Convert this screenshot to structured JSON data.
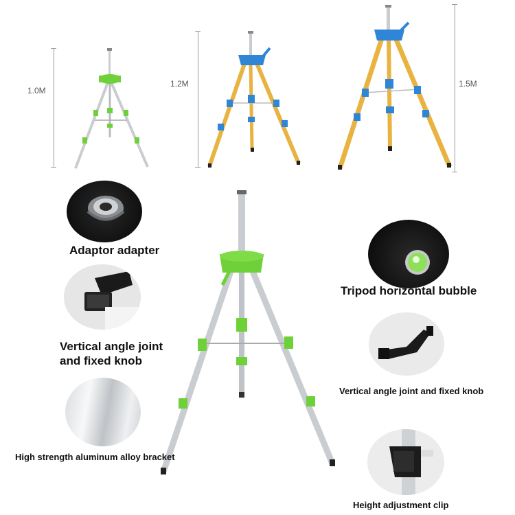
{
  "sizes": {
    "small": "1.0M",
    "medium": "1.2M",
    "large": "1.5M"
  },
  "features": {
    "adaptor": "Adaptor adapter",
    "vertical_joint_1": "Vertical angle joint and fixed knob",
    "aluminum": "High strength aluminum alloy bracket",
    "bubble": "Tripod horizontal bubble",
    "vertical_joint_2": "Vertical angle joint and fixed knob",
    "height_clip": "Height adjustment clip"
  },
  "colors": {
    "green_fitting": "#6fd13a",
    "blue_fitting": "#2f86d6",
    "gold_leg": "#e8b341",
    "silver_leg": "#c9ccd0"
  }
}
